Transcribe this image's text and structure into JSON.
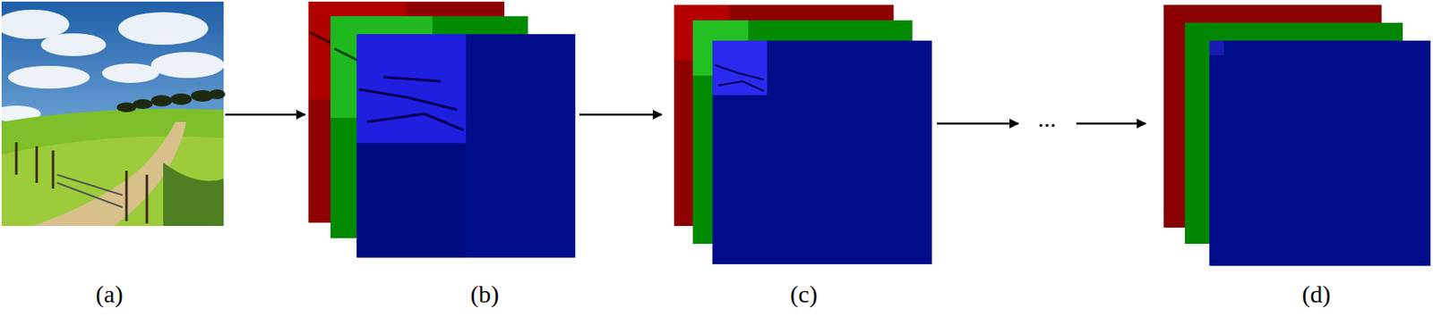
{
  "diagram": {
    "labels": [
      "(a)",
      "(b)",
      "(c)",
      "...",
      "(d)"
    ]
  }
}
